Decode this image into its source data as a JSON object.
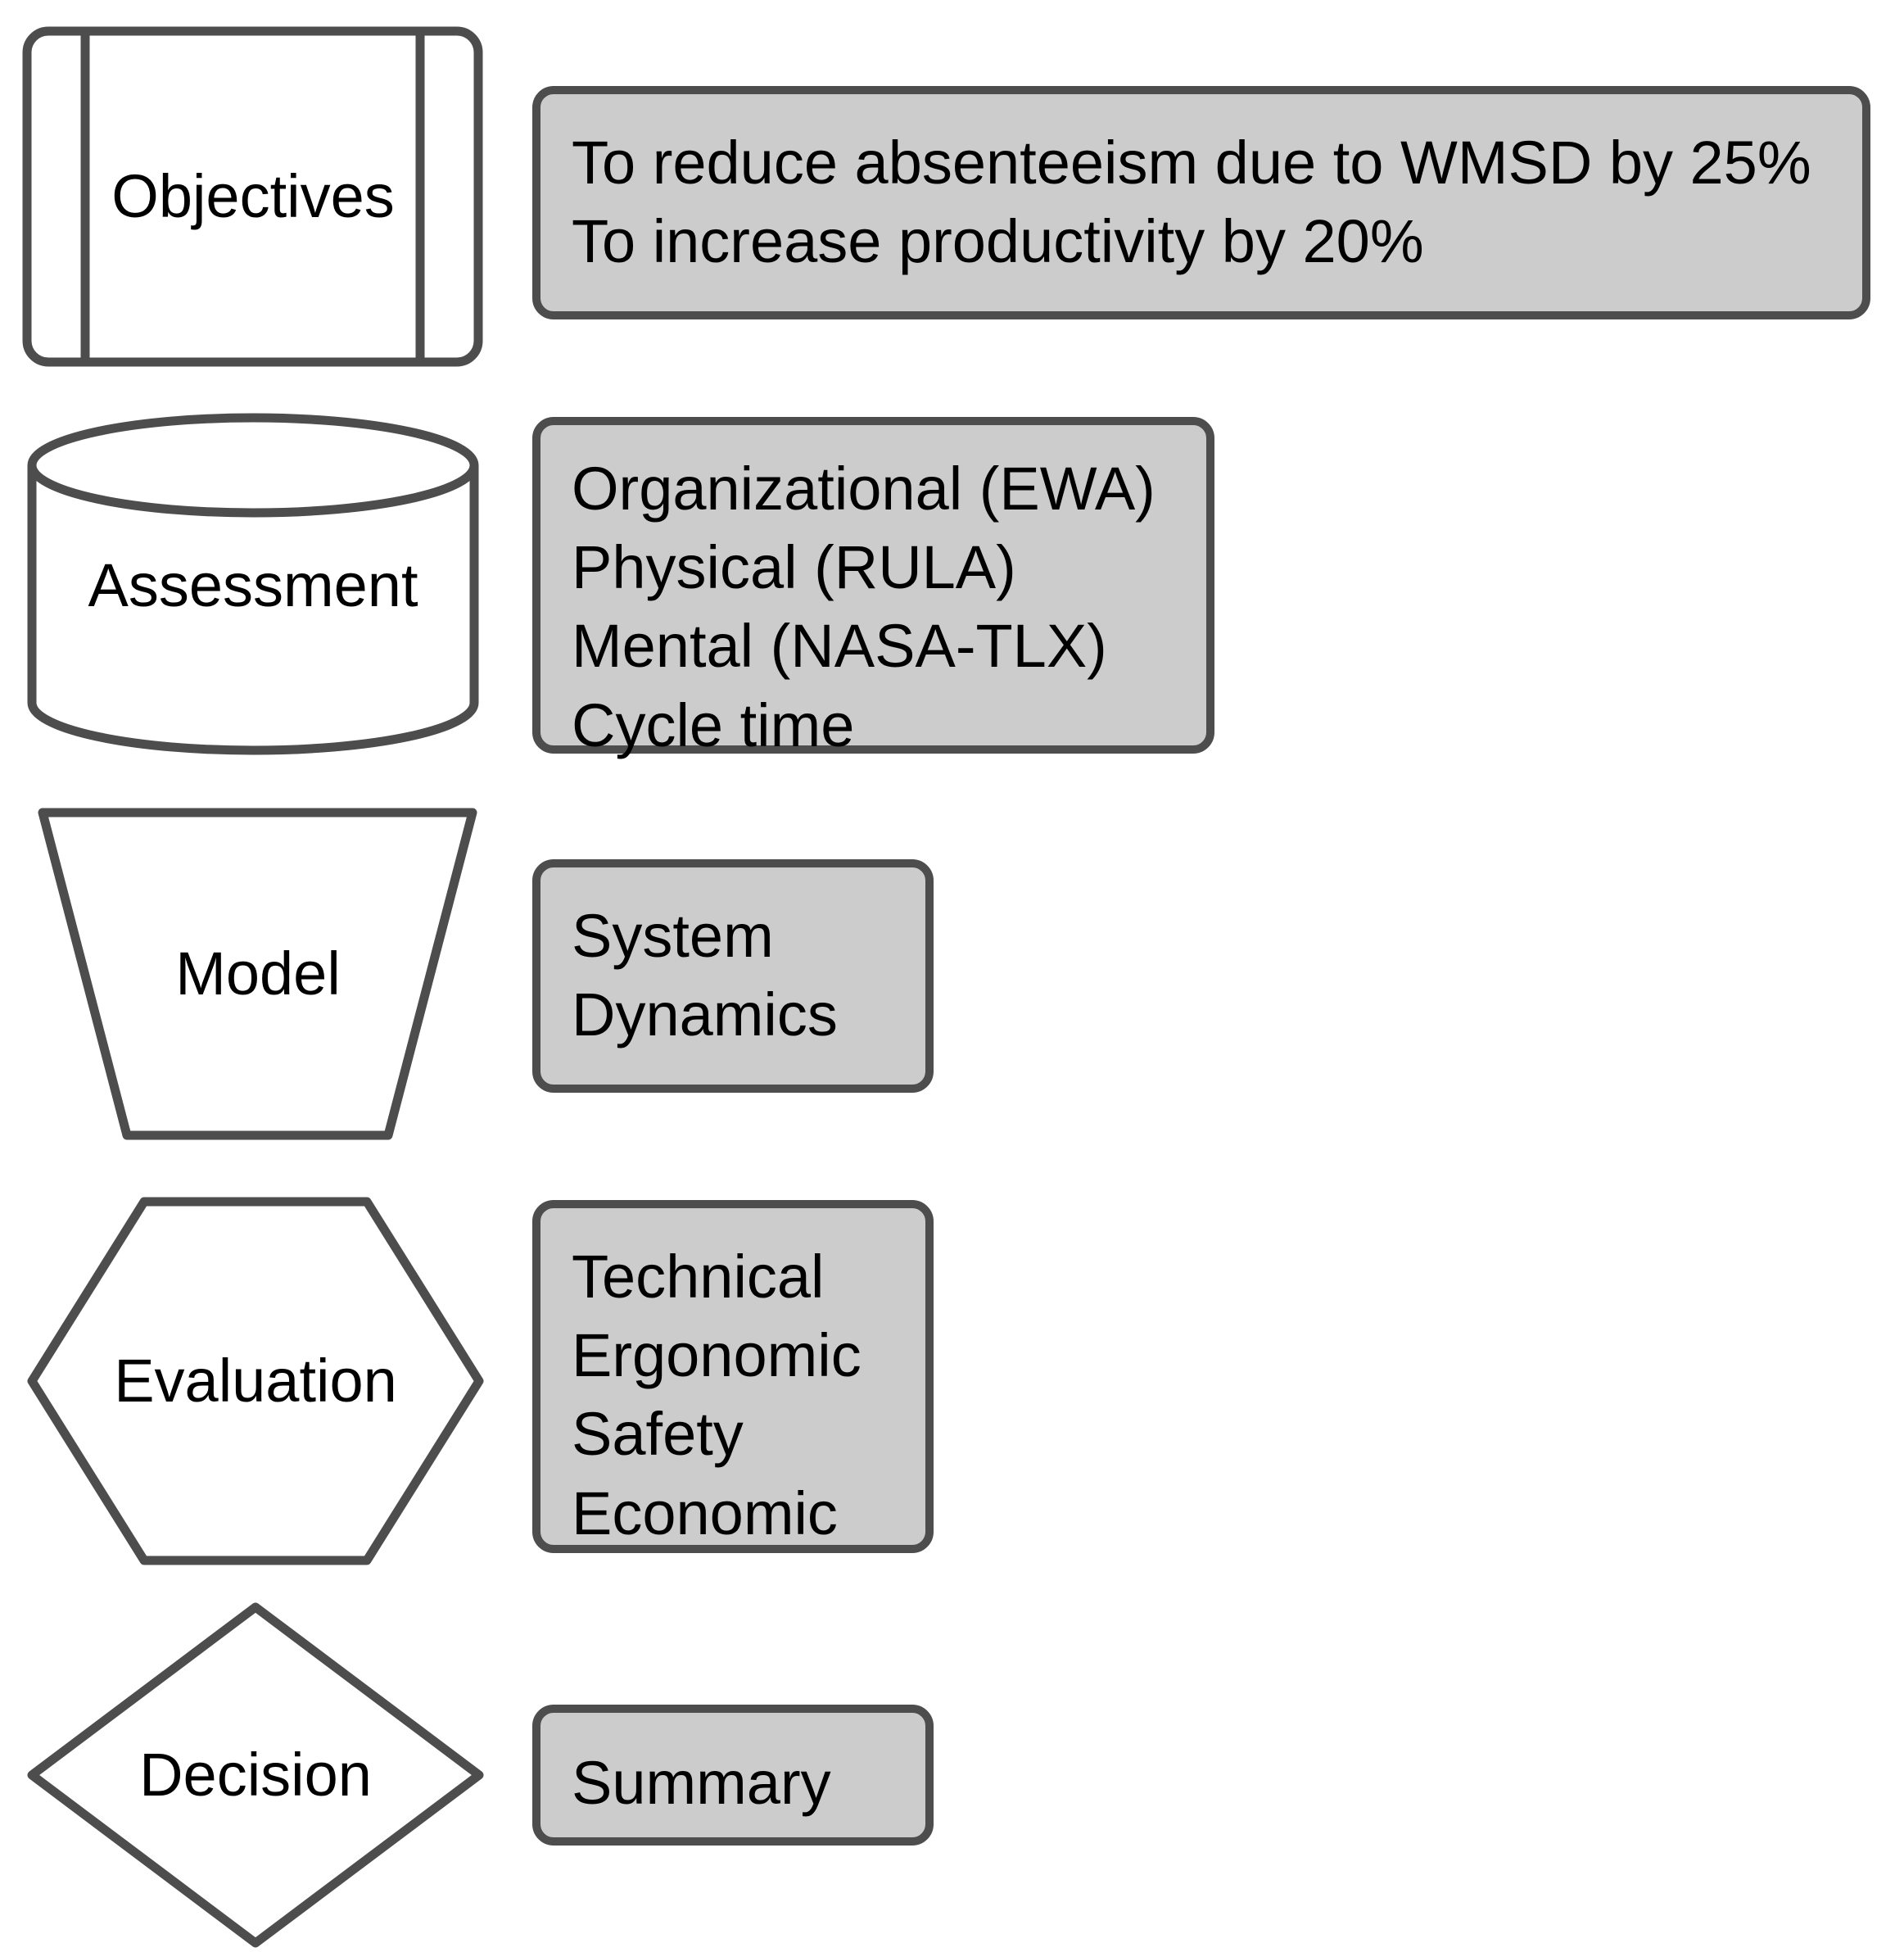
{
  "diagram": {
    "title": "Ergonomic intervention framework flowchart",
    "colors": {
      "note_fill": "#CCCCCC",
      "stroke": "#4D4D4D",
      "shape_fill": "#FFFFFF",
      "text": "#000000",
      "background": "#FFFFFF"
    },
    "stages": [
      {
        "id": "objectives",
        "shape": "predefined-process",
        "label": "Objectives",
        "note_lines": [
          "To reduce absenteeism due to WMSD by 25%",
          "To increase productivity by 20%"
        ]
      },
      {
        "id": "assessment",
        "shape": "cylinder",
        "label": "Assessment",
        "note_lines": [
          "Organizational (EWA)",
          "Physical (RULA)",
          "Mental (NASA-TLX)",
          "Cycle time"
        ]
      },
      {
        "id": "model",
        "shape": "trapezoid",
        "label": "Model",
        "note_lines": [
          "System",
          "Dynamics"
        ]
      },
      {
        "id": "evaluation",
        "shape": "hexagon",
        "label": "Evaluation",
        "note_lines": [
          "Technical",
          "Ergonomic",
          "Safety",
          "Economic"
        ]
      },
      {
        "id": "decision",
        "shape": "diamond",
        "label": "Decision",
        "note_lines": [
          "Summary"
        ]
      }
    ]
  }
}
